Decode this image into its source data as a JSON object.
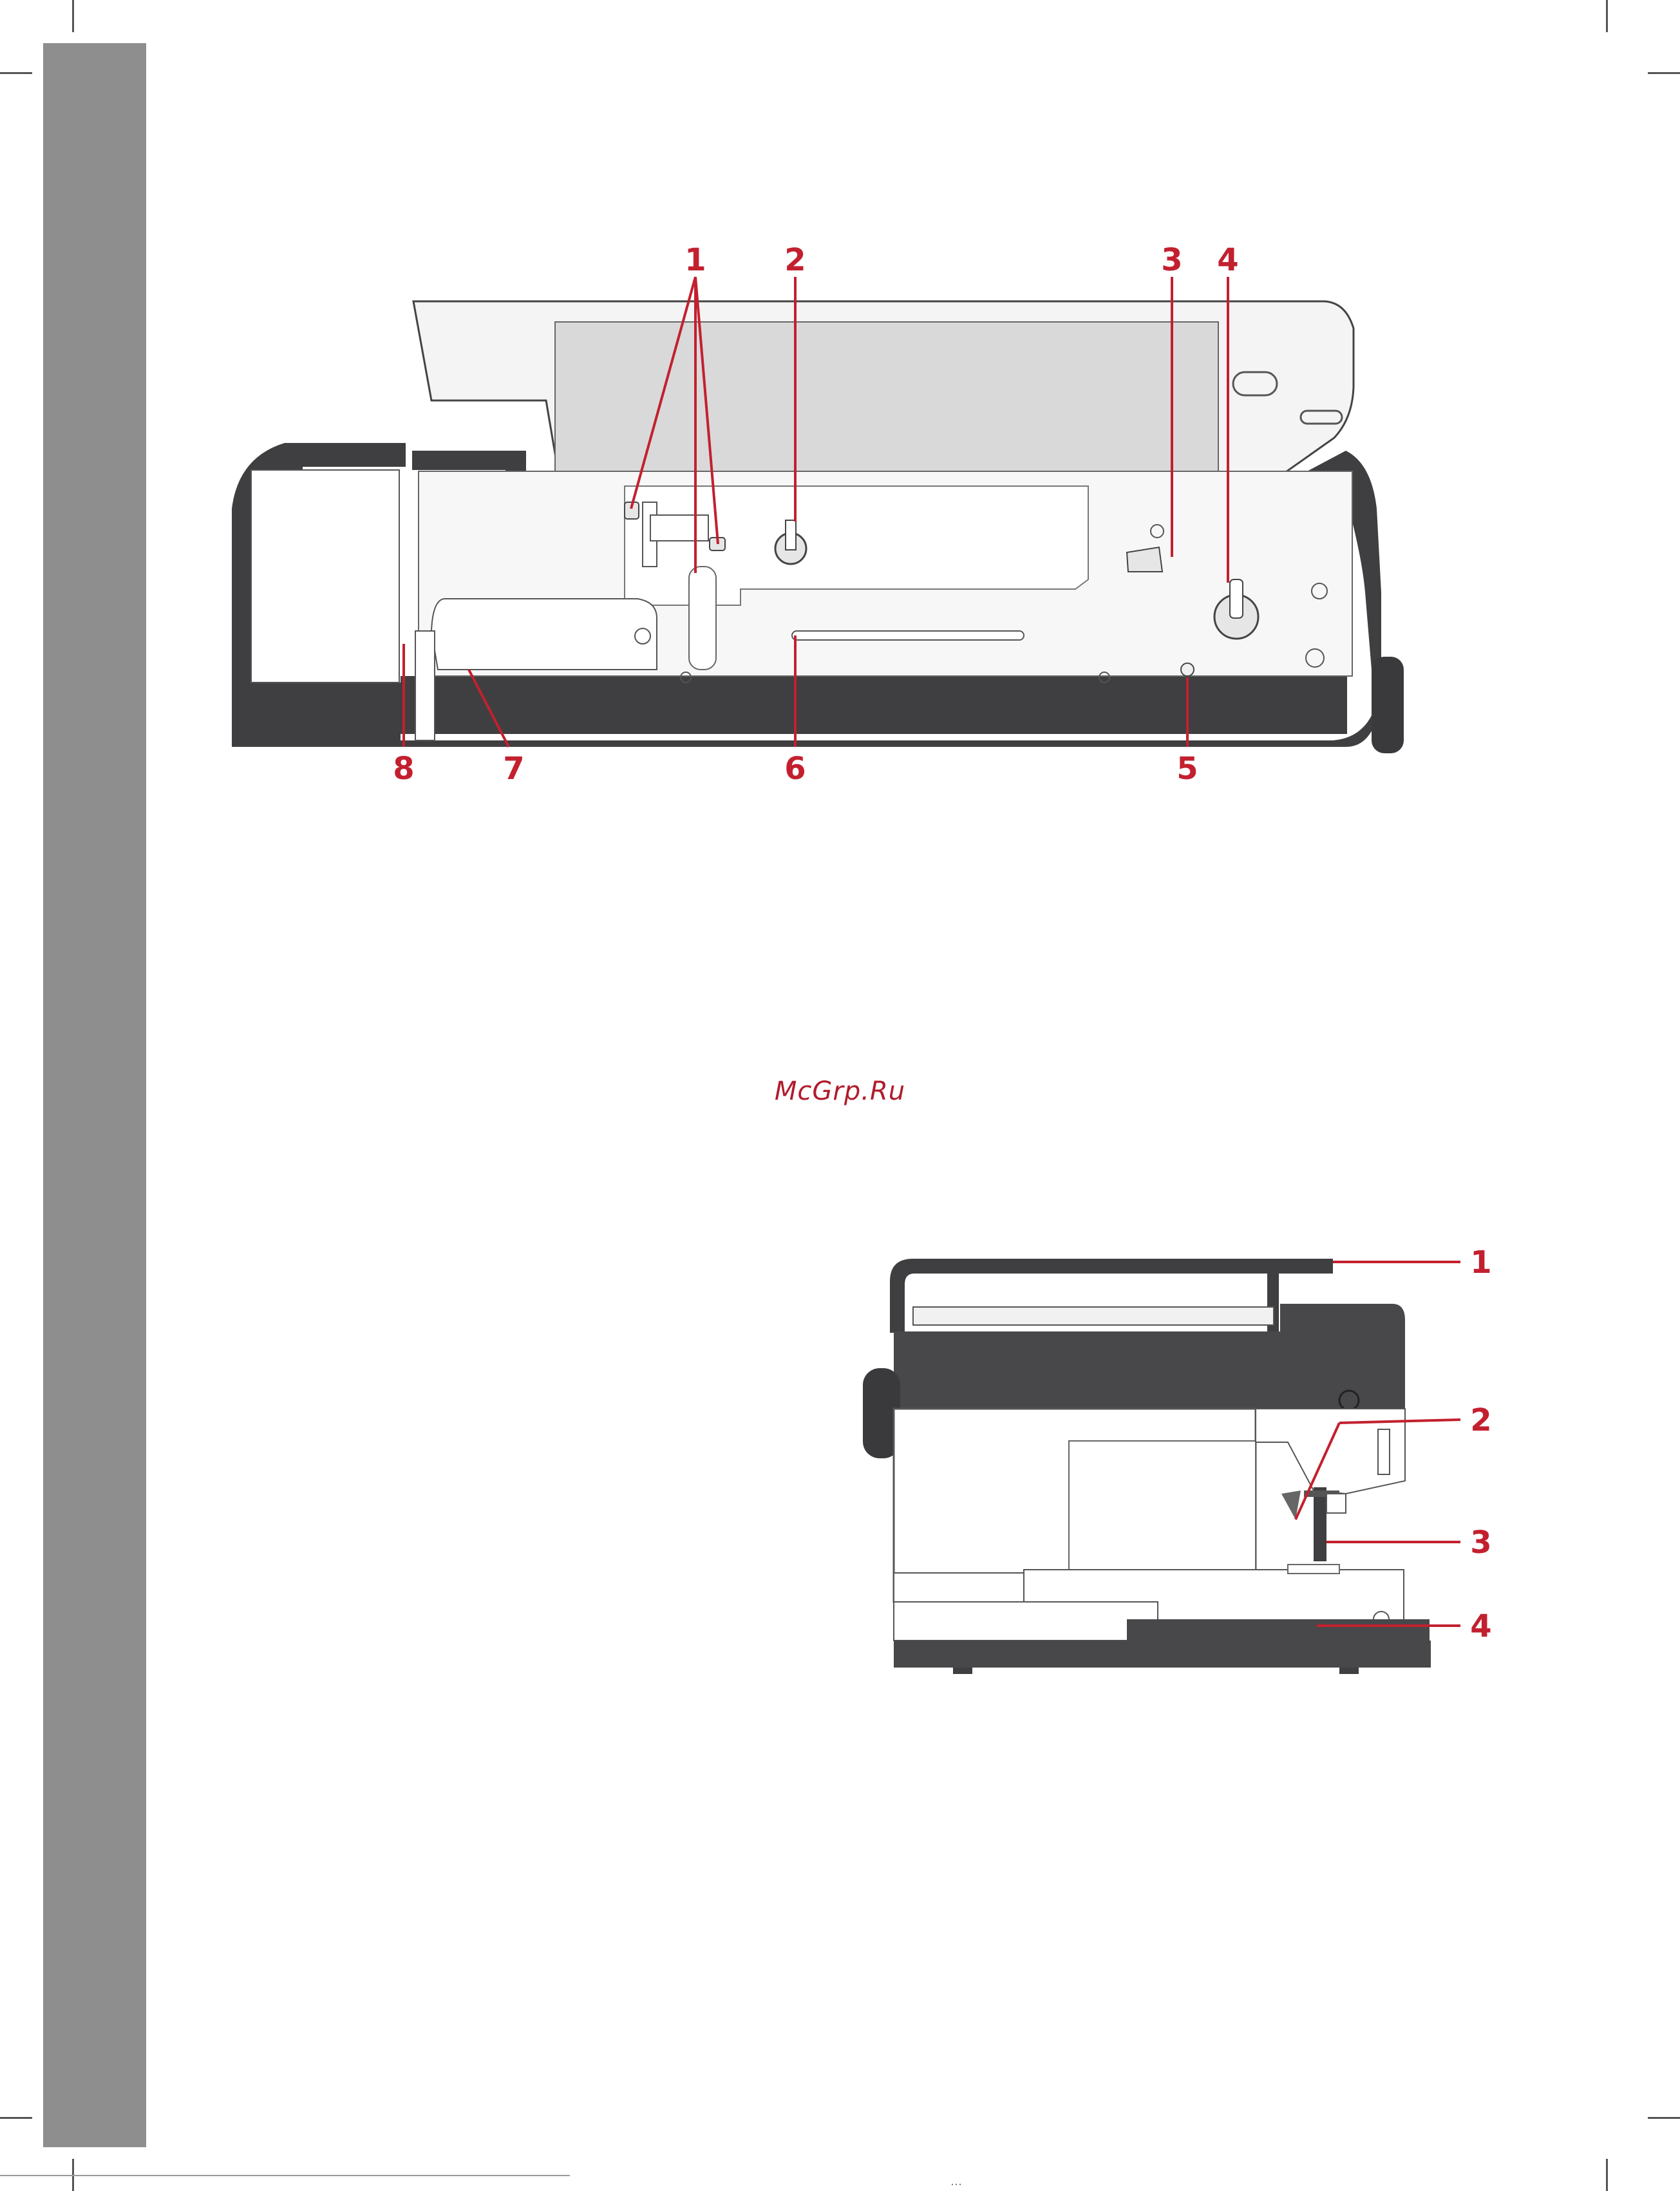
{
  "watermark": "McGrp.Ru",
  "figure_top": {
    "callouts": [
      "1",
      "2",
      "3",
      "4",
      "5",
      "6",
      "7",
      "8"
    ]
  },
  "figure_bottom": {
    "callouts": [
      "1",
      "2",
      "3",
      "4"
    ]
  },
  "footer_fragment": "…"
}
